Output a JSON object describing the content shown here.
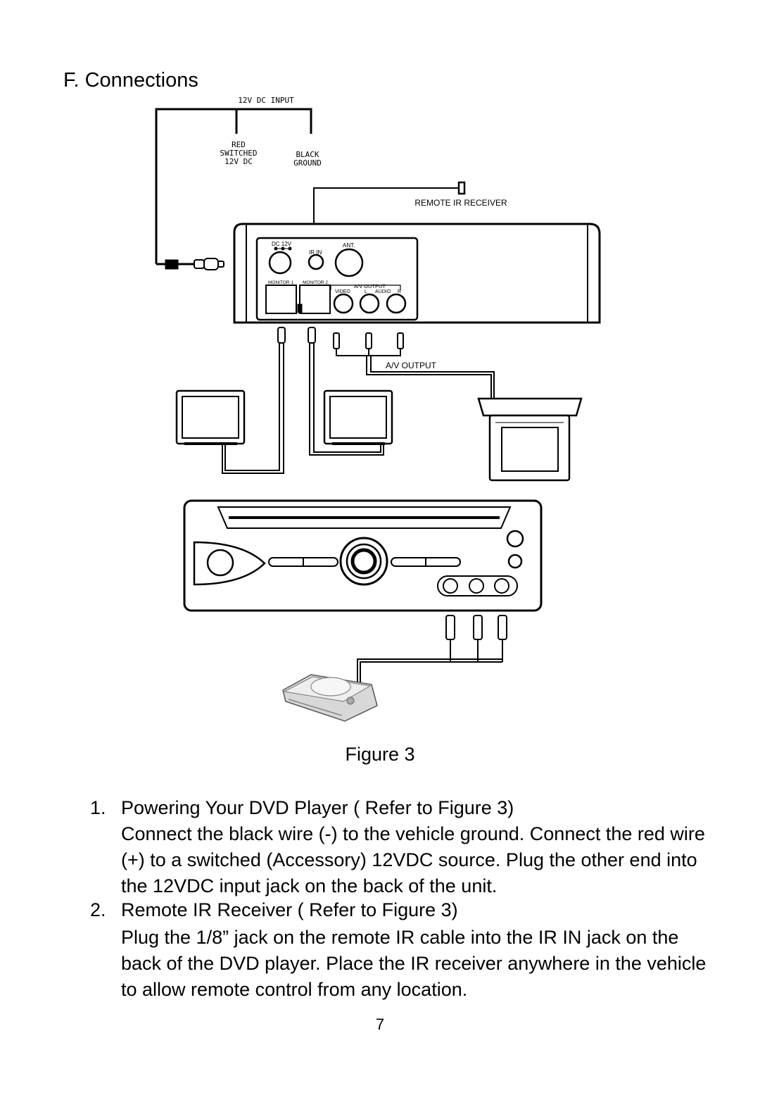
{
  "section_title": "F. Connections",
  "diagram": {
    "dc_input_label": "12V DC INPUT",
    "red_wire_label": [
      "RED",
      "SWITCHED",
      "12V DC"
    ],
    "black_wire_label": [
      "BLACK",
      "GROUND"
    ],
    "remote_ir_label": "REMOTE IR RECEIVER",
    "jack_dc": "DC 12V",
    "jack_ir": "IR IN",
    "jack_ant": "ANT.",
    "jack_monitor1": "MONITOR 1",
    "jack_monitor2": "MONITOR 2",
    "jack_av_output": "A/V OUTPUT",
    "jack_video": "VIDEO",
    "jack_l": "L",
    "jack_audio": "AUDIO",
    "jack_r": "R",
    "av_output_label": "A/V OUTPUT"
  },
  "caption": "Figure 3",
  "items": [
    {
      "number": "1.",
      "heading": "Powering Your DVD Player ( Refer to Figure 3)",
      "body": "Connect the black wire (-) to the vehicle ground.  Connect the red wire (+) to a switched (Accessory) 12VDC source.  Plug the other end into the 12VDC input jack on the back of the unit."
    },
    {
      "number": "2.",
      "heading": "Remote IR Receiver ( Refer to Figure 3)",
      "body": "Plug the 1/8” jack on the remote  IR cable into the IR IN jack on the back of the DVD player.  Place the IR receiver anywhere in the vehicle to allow remote control from any location."
    }
  ],
  "page_number": "7"
}
